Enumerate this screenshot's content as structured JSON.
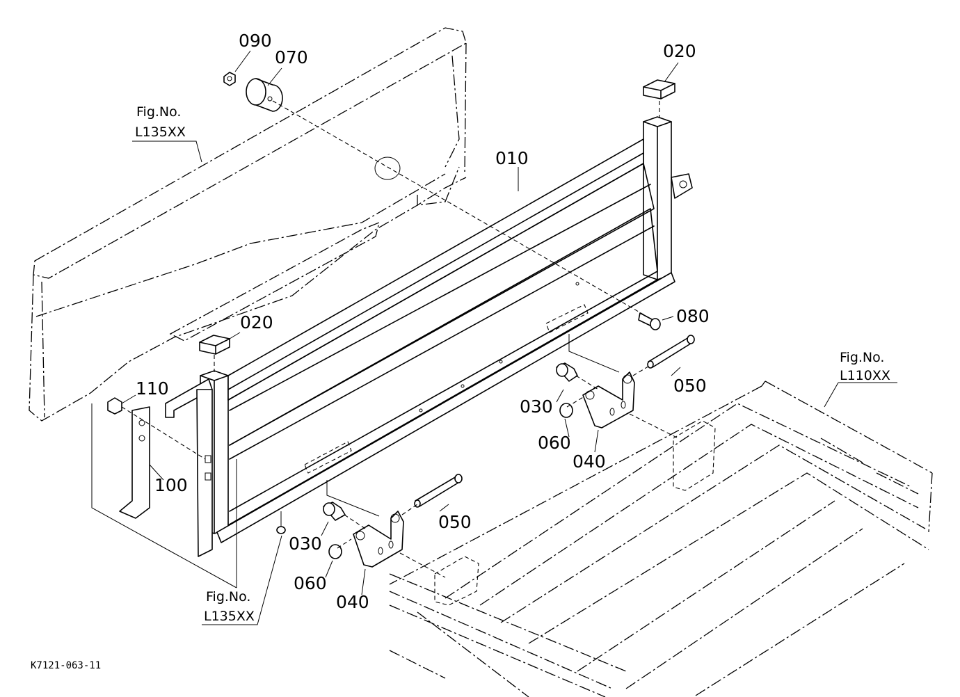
{
  "parts": {
    "p010": "010",
    "p020_top": "020",
    "p020_left": "020",
    "p030_right": "030",
    "p030_left": "030",
    "p040_right": "040",
    "p040_left": "040",
    "p050_right": "050",
    "p050_left": "050",
    "p060_right": "060",
    "p060_left": "060",
    "p070": "070",
    "p080": "080",
    "p090": "090",
    "p100": "100",
    "p110": "110"
  },
  "references": {
    "top_left": {
      "line1": "Fig.No.",
      "line2": "L135XX"
    },
    "bottom_left": {
      "line1": "Fig.No.",
      "line2": "L135XX"
    },
    "right": {
      "line1": "Fig.No.",
      "line2": "L110XX"
    }
  },
  "drawing_code": "K7121-063-11"
}
